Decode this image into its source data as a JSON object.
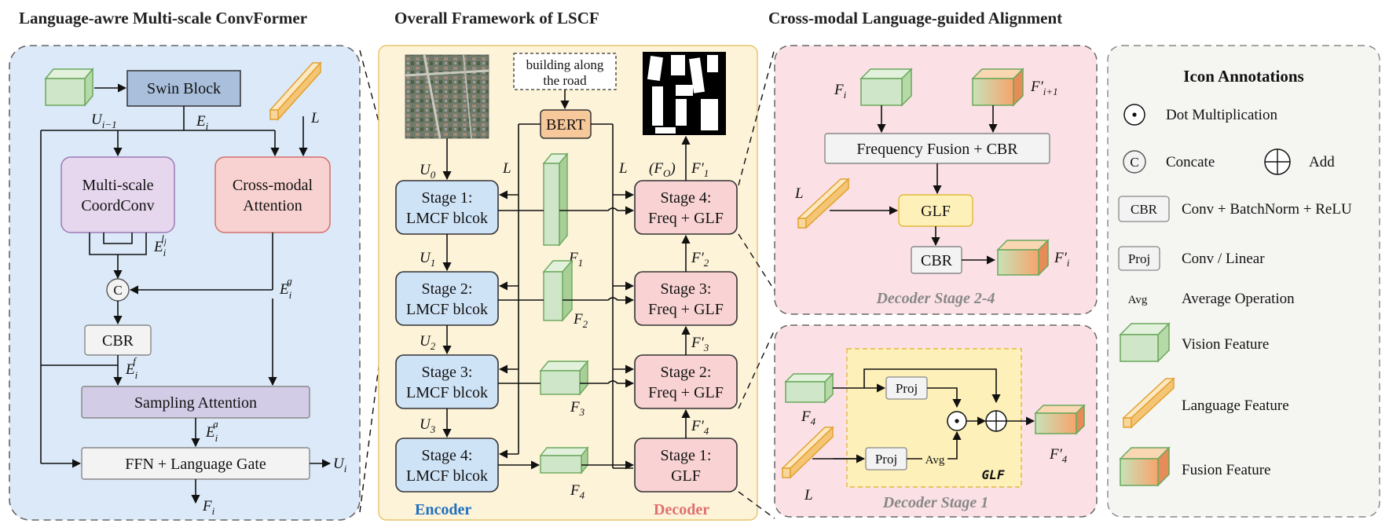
{
  "titles": {
    "left": "Language-awre Multi-scale ConvFormer",
    "middle": "Overall Framework of LSCF",
    "right": "Cross-modal Language-guided Alignment"
  },
  "left_panel": {
    "swin_block": "Swin Block",
    "multiscale": [
      "Multi-scale",
      "CoordConv"
    ],
    "crossmodal": [
      "Cross-modal",
      "Attention"
    ],
    "concat_symbol": "C",
    "cbr": "CBR",
    "sampling_attention": "Sampling Attention",
    "ffn_gate": "FFN + Language Gate",
    "labels": {
      "u_prev": "U",
      "u_prev_sub": "i−1",
      "e_i": "E",
      "e_i_sub": "i",
      "l": "L",
      "e_lj": "E",
      "e_lj_sub": "i",
      "e_lj_sup": "l",
      "e_lj_sup2": "j",
      "e_g": "E",
      "e_g_sub": "i",
      "e_g_sup": "g",
      "e_f": "E",
      "e_f_sub": "i",
      "e_f_sup": "f",
      "e_a": "E",
      "e_a_sub": "i",
      "e_a_sup": "a",
      "u_out": "U",
      "u_out_sub": "i",
      "f_out": "F",
      "f_out_sub": "i"
    }
  },
  "middle_panel": {
    "text_prompt": [
      "building along",
      "the road"
    ],
    "bert": "BERT",
    "encoder_stages": [
      {
        "line1": "Stage 1:",
        "line2": "LMCF blcok"
      },
      {
        "line1": "Stage 2:",
        "line2": "LMCF blcok"
      },
      {
        "line1": "Stage 3:",
        "line2": "LMCF blcok"
      },
      {
        "line1": "Stage 4:",
        "line2": "LMCF blcok"
      }
    ],
    "decoder_stages": [
      {
        "line1": "Stage 4:",
        "line2": "Freq + GLF"
      },
      {
        "line1": "Stage 3:",
        "line2": "Freq + GLF"
      },
      {
        "line1": "Stage 2:",
        "line2": "Freq + GLF"
      },
      {
        "line1": "Stage 1:",
        "line2": "GLF"
      }
    ],
    "u_labels": [
      {
        "base": "U",
        "sub": "0"
      },
      {
        "base": "U",
        "sub": "1"
      },
      {
        "base": "U",
        "sub": "2"
      },
      {
        "base": "U",
        "sub": "3"
      }
    ],
    "f_labels": [
      {
        "base": "F",
        "sub": "1"
      },
      {
        "base": "F",
        "sub": "2"
      },
      {
        "base": "F",
        "sub": "3"
      },
      {
        "base": "F",
        "sub": "4"
      }
    ],
    "fprime_labels": [
      {
        "base": "F′",
        "sub": "1"
      },
      {
        "base": "F′",
        "sub": "2"
      },
      {
        "base": "F′",
        "sub": "3"
      },
      {
        "base": "F′",
        "sub": "4"
      }
    ],
    "fo_label": "(F",
    "fo_sub": "O",
    "fo_close": ")",
    "l_label": "L",
    "encoder_label": "Encoder",
    "decoder_label": "Decoder"
  },
  "right_top": {
    "fi": "F",
    "fi_sub": "i",
    "fi1": "F′",
    "fi1_sub": "i+1",
    "freq_fusion": "Frequency Fusion + CBR",
    "l": "L",
    "glf": "GLF",
    "cbr": "CBR",
    "out": "F′",
    "out_sub": "i",
    "stage_title": "Decoder Stage 2-4"
  },
  "right_bottom": {
    "f4": "F",
    "f4_sub": "4",
    "l": "L",
    "proj": "Proj",
    "avg": "Avg",
    "glf_tag": "GLF",
    "out": "F′",
    "out_sub": "4",
    "stage_title": "Decoder Stage 1"
  },
  "legend": {
    "heading": "Icon Annotations",
    "dot_mult": "Dot Multiplication",
    "concat_symbol": "C",
    "concat": "Concate",
    "add": "Add",
    "cbr_key": "CBR",
    "cbr_desc": "Conv + BatchNorm + ReLU",
    "proj_key": "Proj",
    "proj_desc": "Conv / Linear",
    "avg_key": "Avg",
    "avg_desc": "Average Operation",
    "vision": "Vision Feature",
    "language": "Language Feature",
    "fusion": "Fusion Feature"
  },
  "colors": {
    "left_bg": "#dbe9f8",
    "mid_bg": "#fdf3d9",
    "right_bg": "#fbe1e6",
    "legend_bg": "#f5f5f2",
    "swin": "#a9bfdc",
    "multiscale": "#e6d7ee",
    "crossmodal": "#f8d2d0",
    "sampling": "#d3cce6",
    "encoder_box": "#cfe3f7",
    "decoder_box": "#f9d3d3",
    "bert": "#f7c89a",
    "glf": "#fdf0b8",
    "vision_cube": "#cfe6c9",
    "language_bar": "#f9d79a",
    "fusion_a": "#bfe0b2",
    "fusion_b": "#f6a571"
  }
}
